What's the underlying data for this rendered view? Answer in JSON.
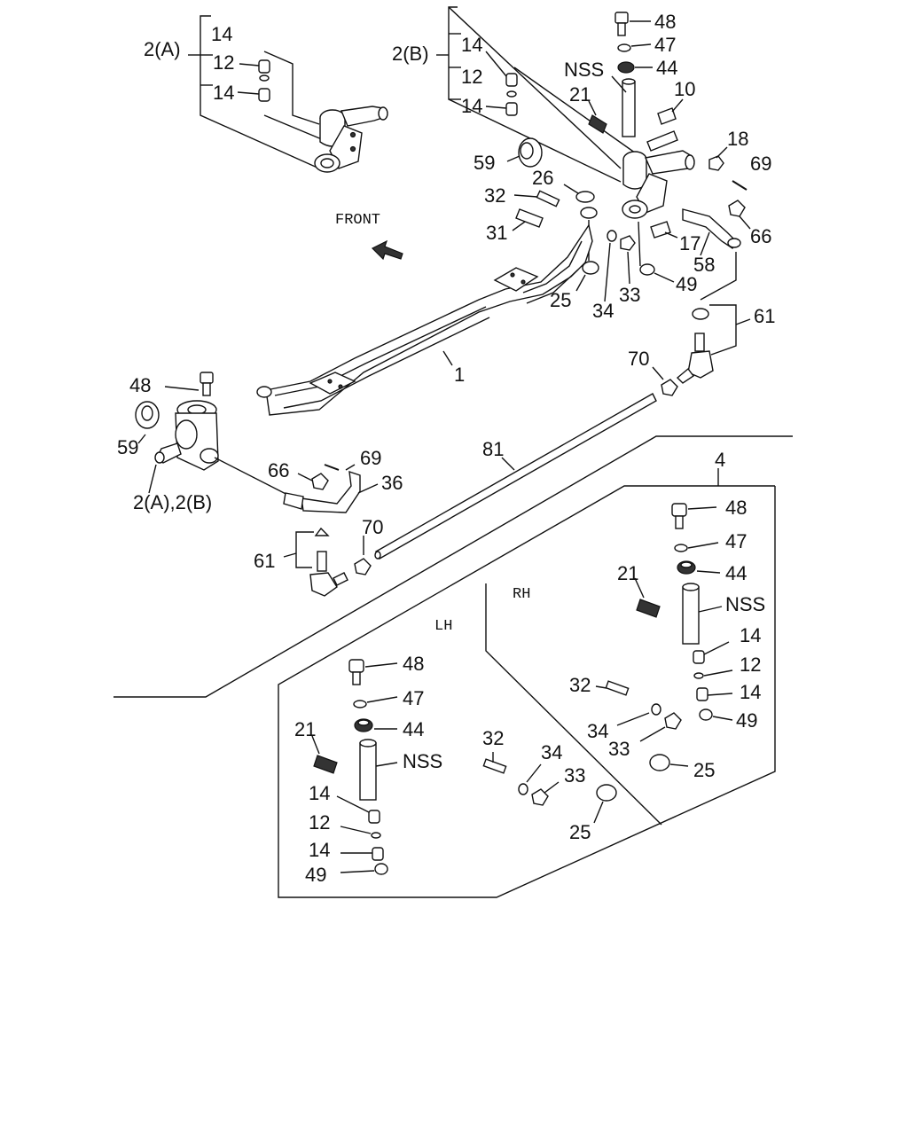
{
  "diagram": {
    "front_label": "FRONT",
    "rh_label": "RH",
    "lh_label": "LH",
    "callouts": [
      {
        "id": "c-2a-top",
        "text": "2(A)"
      },
      {
        "id": "c-2b-top",
        "text": "2(B)"
      },
      {
        "id": "c-14-a1",
        "text": "14"
      },
      {
        "id": "c-12-a",
        "text": "12"
      },
      {
        "id": "c-14-a2",
        "text": "14"
      },
      {
        "id": "c-14-b1",
        "text": "14"
      },
      {
        "id": "c-12-b",
        "text": "12"
      },
      {
        "id": "c-14-b2",
        "text": "14"
      },
      {
        "id": "c-48-top",
        "text": "48"
      },
      {
        "id": "c-47-top",
        "text": "47"
      },
      {
        "id": "c-44-top",
        "text": "44"
      },
      {
        "id": "c-nss-top",
        "text": "NSS"
      },
      {
        "id": "c-21-top",
        "text": "21"
      },
      {
        "id": "c-10",
        "text": "10"
      },
      {
        "id": "c-18",
        "text": "18"
      },
      {
        "id": "c-69-top",
        "text": "69"
      },
      {
        "id": "c-59-top",
        "text": "59"
      },
      {
        "id": "c-26",
        "text": "26"
      },
      {
        "id": "c-32-top",
        "text": "32"
      },
      {
        "id": "c-31",
        "text": "31"
      },
      {
        "id": "c-17",
        "text": "17"
      },
      {
        "id": "c-66-top",
        "text": "66"
      },
      {
        "id": "c-58",
        "text": "58"
      },
      {
        "id": "c-49-top",
        "text": "49"
      },
      {
        "id": "c-33-top",
        "text": "33"
      },
      {
        "id": "c-34-top",
        "text": "34"
      },
      {
        "id": "c-25-top",
        "text": "25"
      },
      {
        "id": "c-61-top",
        "text": "61"
      },
      {
        "id": "c-70-top",
        "text": "70"
      },
      {
        "id": "c-1",
        "text": "1"
      },
      {
        "id": "c-48-left",
        "text": "48"
      },
      {
        "id": "c-59-left",
        "text": "59"
      },
      {
        "id": "c-2ab",
        "text": "2(A),2(B)"
      },
      {
        "id": "c-66-left",
        "text": "66"
      },
      {
        "id": "c-69-left",
        "text": "69"
      },
      {
        "id": "c-36",
        "text": "36"
      },
      {
        "id": "c-81",
        "text": "81"
      },
      {
        "id": "c-61-left",
        "text": "61"
      },
      {
        "id": "c-70-left",
        "text": "70"
      },
      {
        "id": "c-4",
        "text": "4"
      },
      {
        "id": "c-48-rh",
        "text": "48"
      },
      {
        "id": "c-47-rh",
        "text": "47"
      },
      {
        "id": "c-21-rh",
        "text": "21"
      },
      {
        "id": "c-44-rh",
        "text": "44"
      },
      {
        "id": "c-nss-rh",
        "text": "NSS"
      },
      {
        "id": "c-14-rh1",
        "text": "14"
      },
      {
        "id": "c-12-rh",
        "text": "12"
      },
      {
        "id": "c-32-rh",
        "text": "32"
      },
      {
        "id": "c-14-rh2",
        "text": "14"
      },
      {
        "id": "c-49-rh",
        "text": "49"
      },
      {
        "id": "c-34-rh",
        "text": "34"
      },
      {
        "id": "c-33-rh",
        "text": "33"
      },
      {
        "id": "c-25-rh",
        "text": "25"
      },
      {
        "id": "c-48-lh",
        "text": "48"
      },
      {
        "id": "c-47-lh",
        "text": "47"
      },
      {
        "id": "c-21-lh",
        "text": "21"
      },
      {
        "id": "c-44-lh",
        "text": "44"
      },
      {
        "id": "c-nss-lh",
        "text": "NSS"
      },
      {
        "id": "c-32-lh",
        "text": "32"
      },
      {
        "id": "c-34-lh",
        "text": "34"
      },
      {
        "id": "c-33-lh",
        "text": "33"
      },
      {
        "id": "c-14-lh1",
        "text": "14"
      },
      {
        "id": "c-12-lh",
        "text": "12"
      },
      {
        "id": "c-25-lh",
        "text": "25"
      },
      {
        "id": "c-14-lh2",
        "text": "14"
      },
      {
        "id": "c-49-lh",
        "text": "49"
      }
    ]
  }
}
